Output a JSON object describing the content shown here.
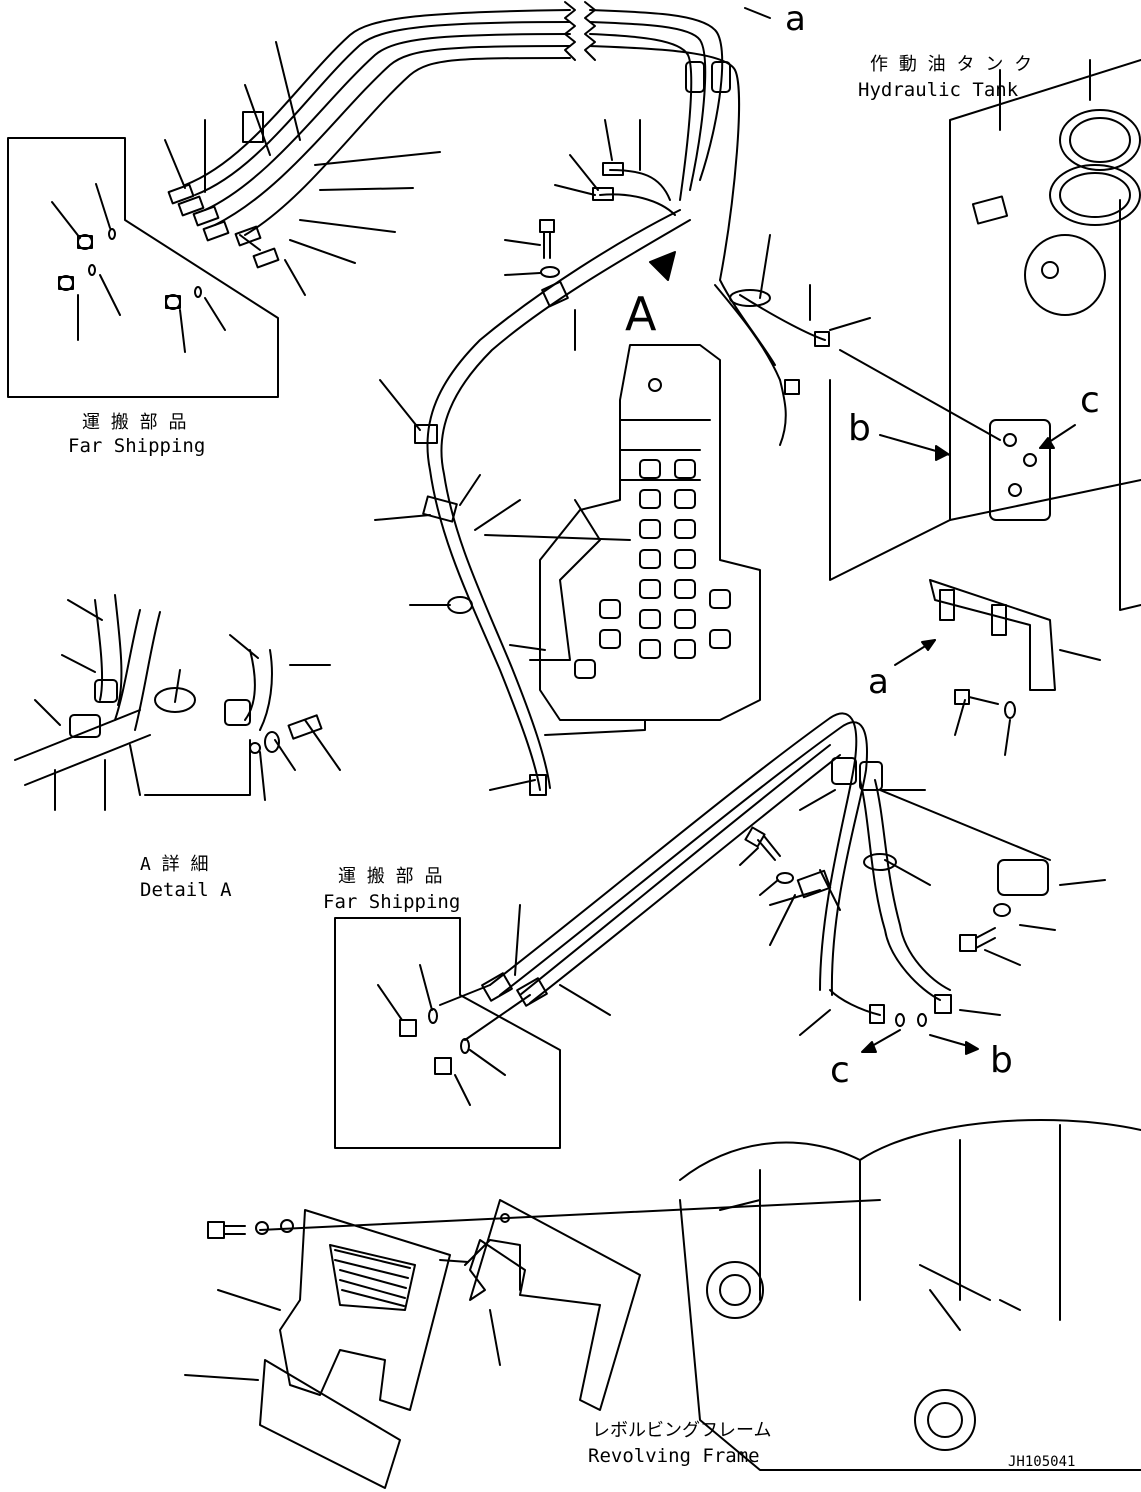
{
  "labels": {
    "hydraulic_tank_jp": "作 動 油 タ ン ク",
    "hydraulic_tank_en": "Hydraulic Tank",
    "shipping_jp": "運 搬 部 品",
    "shipping_en": "Far Shipping",
    "shipping2_jp": "運 搬 部 品",
    "shipping2_en": "Far Shipping",
    "detail_jp": "A 詳 細",
    "detail_en": "Detail A",
    "revolving_jp": "レボルビングフレーム",
    "revolving_en": "Revolving Frame",
    "drawing_no": "JH105041"
  },
  "callouts": {
    "a_top": "a",
    "a_mid": "a",
    "b_upper": "b",
    "c_upper": "c",
    "b_lower": "b",
    "c_lower": "c",
    "view_A": "A"
  }
}
